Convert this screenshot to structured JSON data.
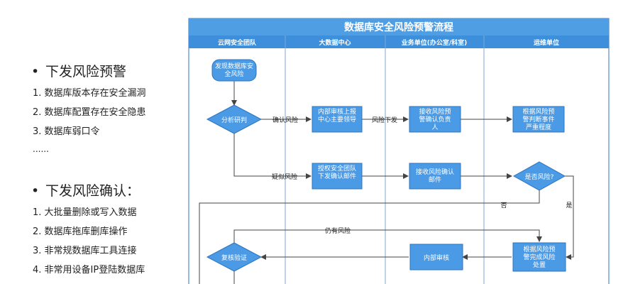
{
  "left_panel": {
    "section1": {
      "bullet": "•",
      "title": "下发风险预警",
      "items": [
        "1. 数据库版本存在安全漏洞",
        "2. 数据库配置存在安全隐患",
        "3. 数据库弱口令"
      ],
      "ellipsis": "......"
    },
    "section2": {
      "bullet": "•",
      "title": "下发风险确认：",
      "items": [
        "1. 大批量删除或写入数据",
        "2. 数据库拖库删库操作",
        "3. 非常规数据库工具连接",
        "4. 非常用设备IP登陆数据库"
      ]
    }
  },
  "flowchart": {
    "title": "数据库安全风险预警流程",
    "lanes": [
      "云网安全团队",
      "大数据中心",
      "业务单位(办公室/科室)",
      "运维单位"
    ],
    "nodes": {
      "discover": "发现数据库安全风险",
      "analyze": "分析研判",
      "internal_review": "内部审核上报中心主要领导",
      "receive_warning": "接收风险预警确认负责人",
      "ops_judge": "根据风险预警判断事件严重程度",
      "authorize": "授权安全团队下发确认邮件",
      "receive_confirm": "接收风险确认邮件",
      "is_risk": "是否风险?",
      "internal_review2": "内部审核",
      "ops_complete": "根据风险预警完成风险处置",
      "recheck": "复核验证"
    },
    "edge_labels": {
      "confirm_risk": "确认风险",
      "issue_risk": "风险下发",
      "suspect_risk": "疑似风险",
      "no": "否",
      "yes": "是",
      "still_risk": "仍有风险"
    },
    "colors": {
      "title_bg": "#4f9ee3",
      "header_bg": "#3d8fdc",
      "node_fill": "#4a9ae6",
      "node_stroke": "#2f74bd",
      "line": "#444444",
      "border": "#2f74bd"
    }
  }
}
